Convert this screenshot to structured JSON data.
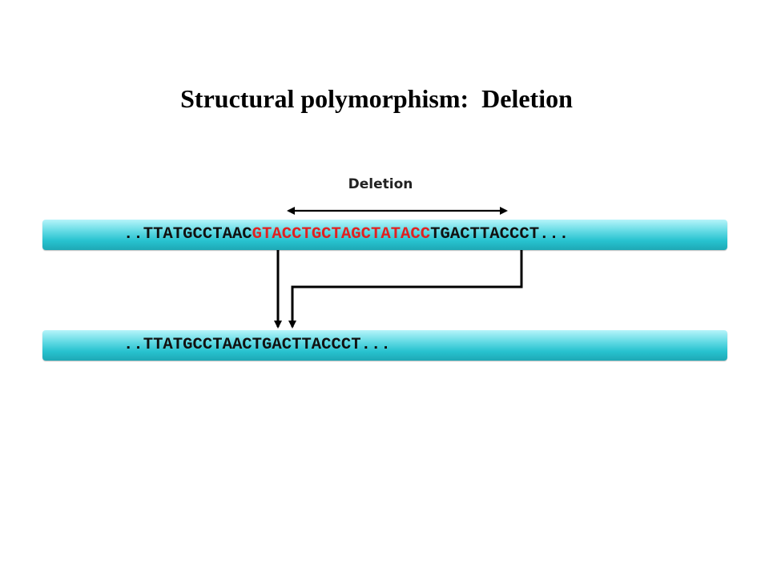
{
  "title": "Structural polymorphism:  Deletion",
  "deletion_label": "Deletion",
  "original_sequence": {
    "prefix": "..TTATGCCTAAC",
    "deleted": "GTACCTGCTAGCTATACC",
    "suffix": "TGACTTACCCT..."
  },
  "result_sequence": "..TTATGCCTAACTGACTTACCCT...",
  "colors": {
    "deleted_segment": "#e02020",
    "strand": "#27c2cf",
    "text": "#111111"
  }
}
